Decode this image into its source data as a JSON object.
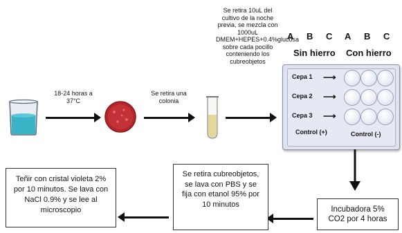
{
  "steps": {
    "incubate": "18-24 horas a 37°C",
    "take_colony": "Se retira una colonia",
    "mix": "Se retira 10uL del cultivo de la noche previa, se mezcla con 1000uL DMEM+HEPES+0.4%glucosa sobre cada pocillo conteniendo los cubreobjetos",
    "incubator": "Incubadora 5% CO2 por 4 horas",
    "fix": "Se retira cubreobjetos, se lava con PBS y se fija con etanol 95% por 10 minutos",
    "stain": "Teñir con cristal violeta 2% por 10 minutos. Se lava con NaCl 0.9% y se lee al microscopio"
  },
  "plate": {
    "columns": [
      "A",
      "B",
      "C",
      "A",
      "B",
      "C"
    ],
    "group_without": "Sin hierro",
    "group_with": "Con hierro",
    "rows": [
      "Cepa 1",
      "Cepa 2",
      "Cepa 3"
    ],
    "control_pos": "Control (+)",
    "control_neg": "Control (-)"
  },
  "colors": {
    "liquid": "#3bb3c7",
    "petri": "#b3262a",
    "tube_liquid": "#e4d79a",
    "plate": "#dfe3ef"
  }
}
